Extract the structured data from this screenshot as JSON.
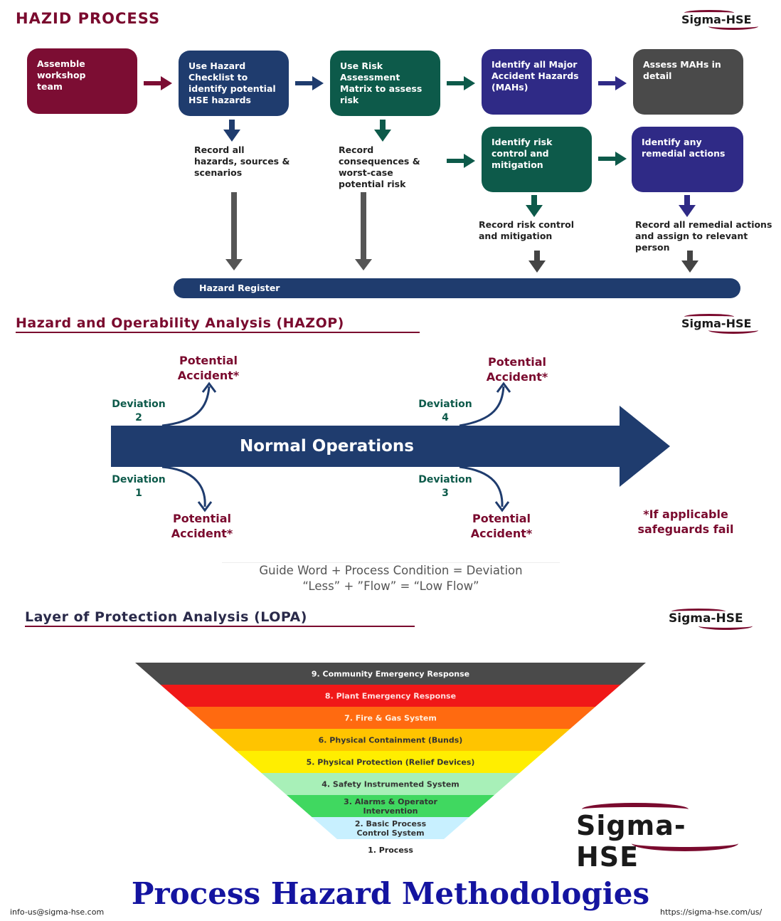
{
  "hazid": {
    "title": "HAZID PROCESS",
    "boxes": {
      "assemble": "Assemble\nworkshop\nteam",
      "checklist": "Use Hazard\nChecklist to\nidentify potential\nHSE hazards",
      "matrix": "Use Risk\nAssessment\nMatrix to assess\nrisk",
      "mahs": "Identify all Major\nAccident Hazards\n(MAHs)",
      "assess": "Assess MAHs in\ndetail",
      "control": "Identify risk\ncontrol and\nmitigation",
      "remedial": "Identify any\nremedial actions"
    },
    "notes": {
      "record_hazards": "Record all\nhazards, sources &\nscenarios",
      "record_consequences": "Record\nconsequences &\nworst-case\npotential risk",
      "record_control": "Record risk control\nand mitigation",
      "record_remedial": "Record all remedial actions\nand assign to relevant\nperson"
    },
    "register": "Hazard Register"
  },
  "hazop": {
    "title": "Hazard and Operability Analysis (HAZOP)",
    "arrow_label": "Normal Operations",
    "deviations": {
      "d1": "Deviation\n1",
      "d2": "Deviation\n2",
      "d3": "Deviation\n3",
      "d4": "Deviation\n4"
    },
    "accident": "Potential\nAccident*",
    "footnote": "*If applicable\nsafeguards fail",
    "formula_line1": "Guide Word + Process Condition = Deviation",
    "formula_line2": "“Less” + ”Flow” = “Low Flow”"
  },
  "lopa": {
    "title": "Layer of Protection Analysis (LOPA)",
    "layers": [
      {
        "label": "9. Community Emergency Response",
        "color": "#4a4a4a",
        "text_color": "#ffffff"
      },
      {
        "label": "8. Plant Emergency Response",
        "color": "#f01818",
        "text_color": "#ffe0e0"
      },
      {
        "label": "7. Fire & Gas System",
        "color": "#ff6a10",
        "text_color": "#fff0e0"
      },
      {
        "label": "6. Physical Containment (Bunds)",
        "color": "#ffc400",
        "text_color": "#333333"
      },
      {
        "label": "5. Physical Protection (Relief Devices)",
        "color": "#ffee00",
        "text_color": "#333333"
      },
      {
        "label": "4. Safety Instrumented System",
        "color": "#a8f0b8",
        "text_color": "#333333"
      },
      {
        "label": "3. Alarms & Operator\nIntervention",
        "color": "#40d860",
        "text_color": "#333333"
      },
      {
        "label": "2. Basic Process\nControl System",
        "color": "#c8f0ff",
        "text_color": "#333333"
      }
    ],
    "base": "1. Process"
  },
  "brand": {
    "logo": "Sigma-HSE",
    "accent": "#7a0a2e"
  },
  "footer": {
    "title": "Process Hazard Methodologies",
    "email": "info-us@sigma-hse.com",
    "url": "https://sigma-hse.com/us/"
  }
}
